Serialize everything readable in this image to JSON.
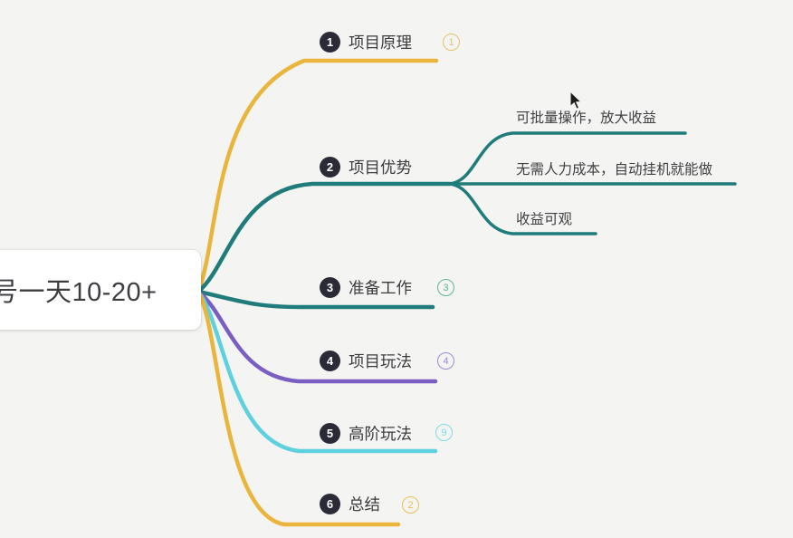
{
  "background": "#f4f4f2",
  "root": {
    "label": "号一天10-20+"
  },
  "badge_bg": "#2b2b38",
  "branches": [
    {
      "badge": "1",
      "label": "项目原理",
      "tag": "1",
      "line_color": "#e9b53d",
      "tag_color": "#e3c268"
    },
    {
      "badge": "2",
      "label": "项目优势",
      "line_color": "#1f7c7a",
      "children": [
        {
          "label": "可批量操作，放大收益"
        },
        {
          "label": "无需人力成本，自动挂机就能做"
        },
        {
          "label": "收益可观"
        }
      ]
    },
    {
      "badge": "3",
      "label": "准备工作",
      "tag": "3",
      "line_color": "#1f7c7a",
      "tag_color": "#5db59b"
    },
    {
      "badge": "4",
      "label": "项目玩法",
      "tag": "4",
      "line_color": "#7a5ec2",
      "tag_color": "#9d89d2"
    },
    {
      "badge": "5",
      "label": "高阶玩法",
      "tag": "9",
      "line_color": "#5ed0de",
      "tag_color": "#7cdbe4"
    },
    {
      "badge": "6",
      "label": "总结",
      "tag": "2",
      "line_color": "#e9b53d",
      "tag_color": "#e5c254"
    }
  ]
}
